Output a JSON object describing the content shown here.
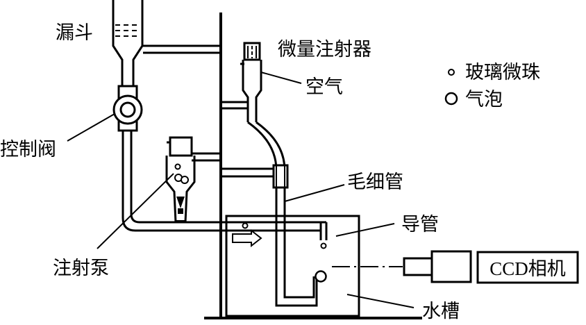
{
  "labels": {
    "funnel": "漏斗",
    "control_valve": "控制阀",
    "syringe_pump": "注射泵",
    "micro_syringe": "微量注射器",
    "air": "空气",
    "capillary": "毛细管",
    "guide_tube": "导管",
    "water_tank": "水槽",
    "ccd_camera": "CCD相机"
  },
  "legend": {
    "glass_bead": "玻璃微珠",
    "bubble": "气泡"
  }
}
